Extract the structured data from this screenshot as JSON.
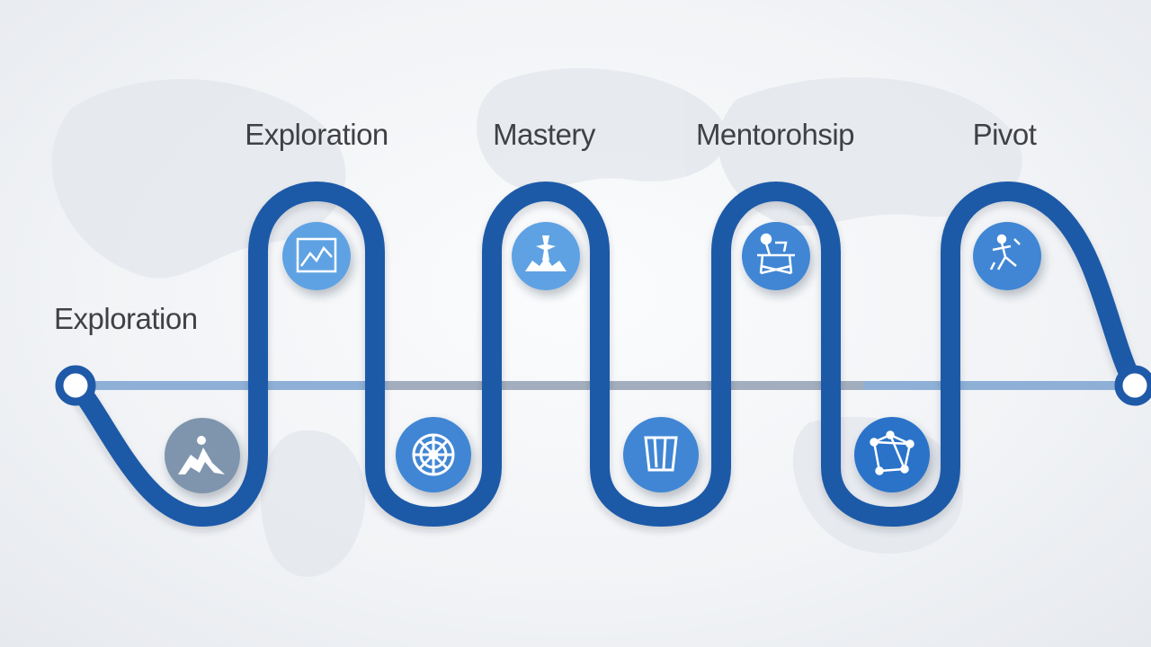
{
  "labels": {
    "left": "Exploration",
    "top": [
      "Exploration",
      "Mastery",
      "Mentorohsip",
      "Pivot"
    ]
  },
  "colors": {
    "path": "#1f5aa8",
    "baseline": "#8fb0d6",
    "baseline_mid": "#a7aeb8",
    "badge_light": "#5ea2e3",
    "badge_mid": "#3f86d4",
    "badge_dark": "#2c73c9",
    "badge_gray": "#7f95ad",
    "label": "#3f4144"
  },
  "badges": [
    {
      "icon": "hikers-icon",
      "tone": "gray"
    },
    {
      "icon": "line-chart-icon",
      "tone": "light"
    },
    {
      "icon": "gear-wheel-icon",
      "tone": "mid"
    },
    {
      "icon": "trophy-figure-icon",
      "tone": "light"
    },
    {
      "icon": "torn-map-icon",
      "tone": "mid"
    },
    {
      "icon": "mentor-desk-icon",
      "tone": "mid"
    },
    {
      "icon": "network-icon",
      "tone": "dark"
    },
    {
      "icon": "pivot-figure-icon",
      "tone": "mid"
    }
  ]
}
